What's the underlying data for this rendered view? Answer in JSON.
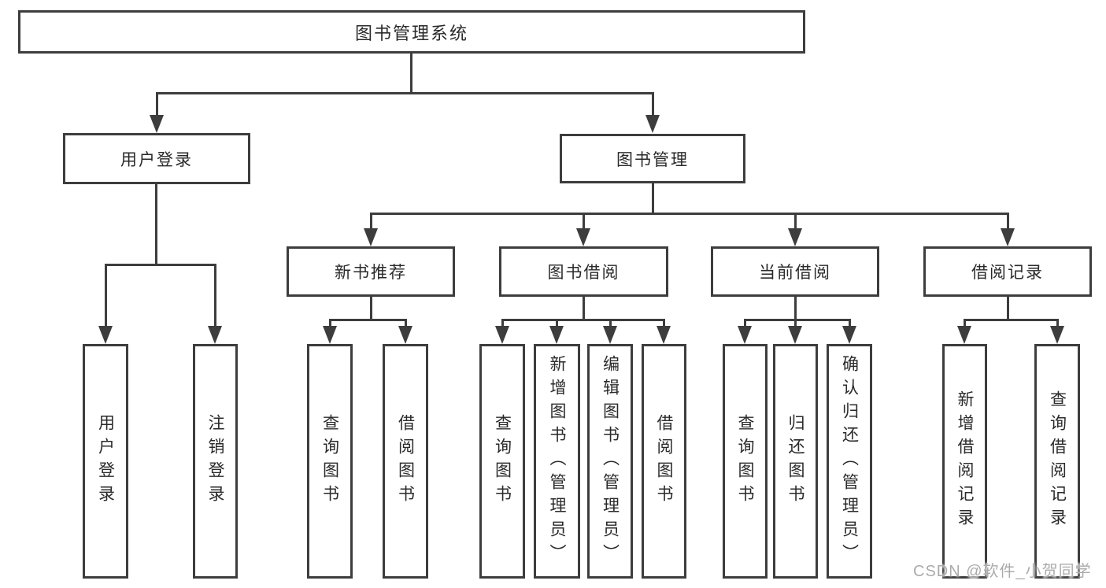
{
  "tree": {
    "root": {
      "label": "图书管理系统",
      "children": [
        {
          "label": "用户登录",
          "children": [
            {
              "label": "用户登录"
            },
            {
              "label": "注销登录"
            }
          ]
        },
        {
          "label": "图书管理",
          "children": [
            {
              "label": "新书推荐",
              "children": [
                {
                  "label": "查询图书"
                },
                {
                  "label": "借阅图书"
                }
              ]
            },
            {
              "label": "图书借阅",
              "children": [
                {
                  "label": "查询图书"
                },
                {
                  "label": "新增图书（管理员）"
                },
                {
                  "label": "编辑图书（管理员）"
                },
                {
                  "label": "借阅图书"
                }
              ]
            },
            {
              "label": "当前借阅",
              "children": [
                {
                  "label": "查询图书"
                },
                {
                  "label": "归还图书"
                },
                {
                  "label": "确认归还（管理员）"
                }
              ]
            },
            {
              "label": "借阅记录",
              "children": [
                {
                  "label": "新增借阅记录"
                },
                {
                  "label": "查询借阅记录"
                }
              ]
            }
          ]
        }
      ]
    }
  },
  "watermark": "CSDN @软件_小贺同学",
  "colors": {
    "line": "#3d3d3d",
    "text": "#2a2a2a",
    "watermark": "#ababab",
    "background": "#ffffff"
  }
}
